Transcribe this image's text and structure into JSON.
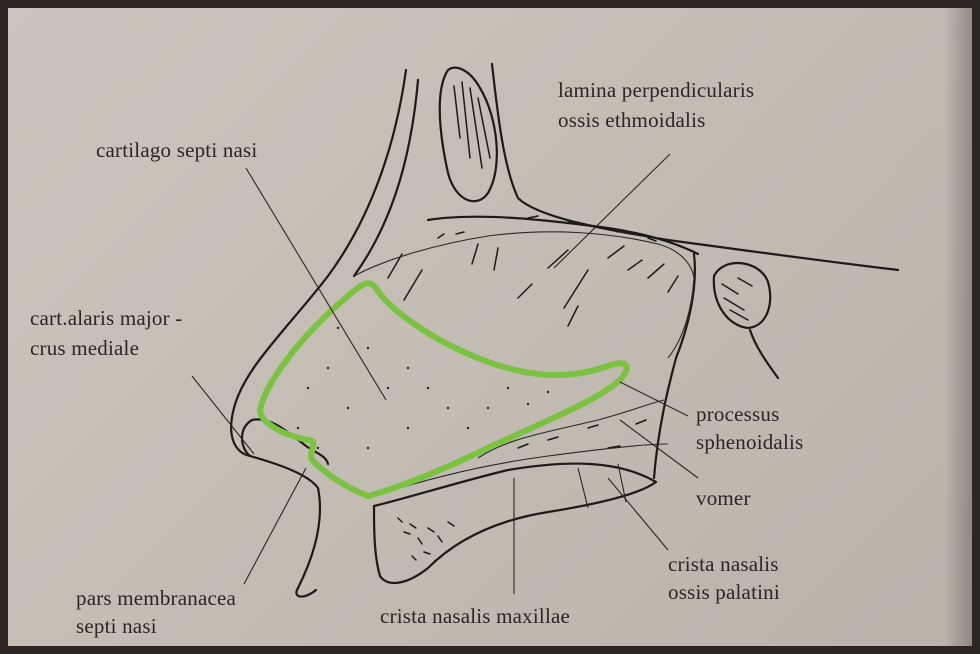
{
  "labels": {
    "cartilago": "cartilago septi nasi",
    "lamina_line1": "lamina perpendicularis",
    "lamina_line2": "ossis ethmoidalis",
    "alaris_line1": "cart.alaris major -",
    "alaris_line2": "crus mediale",
    "processus_line1": "processus",
    "processus_line2": "sphenoidalis",
    "vomer": "vomer",
    "pars_line1": "pars membranacea",
    "pars_line2": "septi nasi",
    "crista_max": "crista nasalis maxillae",
    "crista_pal_line1": "crista nasalis",
    "crista_pal_line2": "ossis palatini"
  },
  "colors": {
    "highlight": "#7cc242",
    "ink": "#1d1a18",
    "paper": "#c7c1b9"
  }
}
